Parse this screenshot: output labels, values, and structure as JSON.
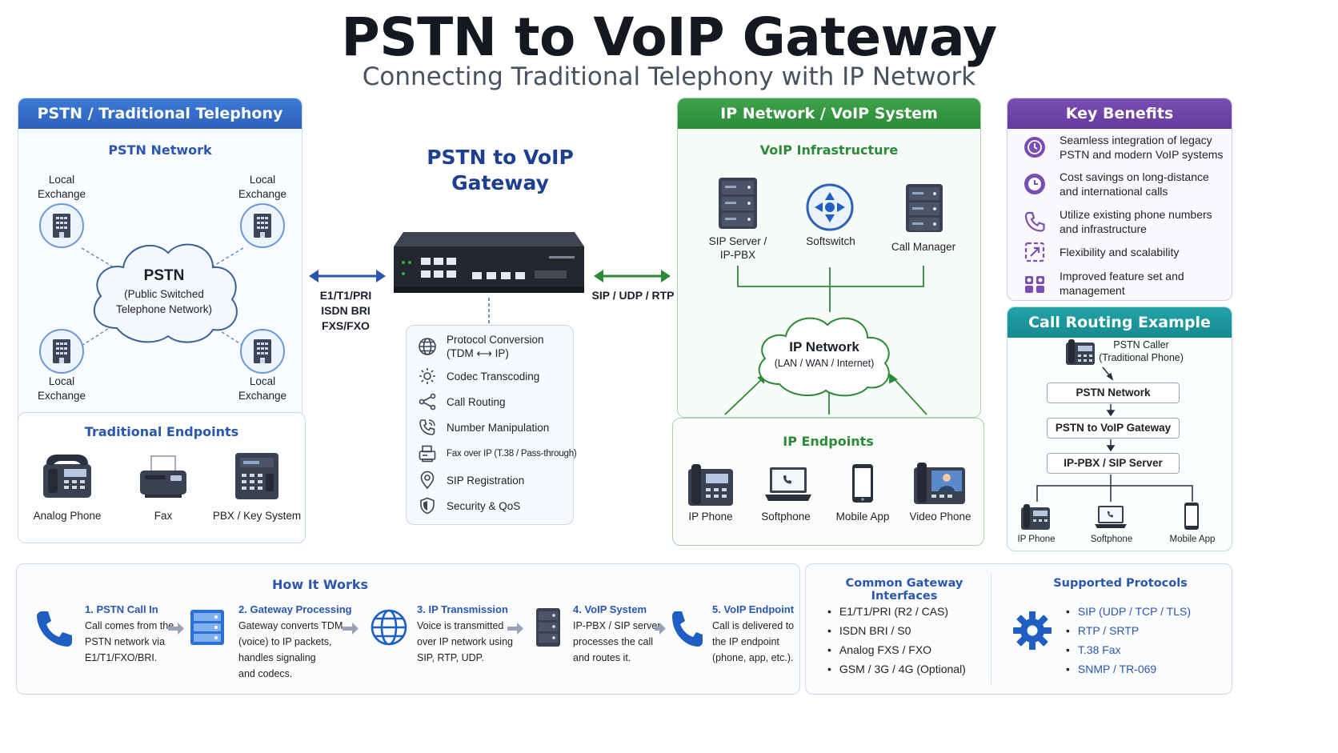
{
  "title": "PSTN to VoIP Gateway",
  "subtitle": "Connecting Traditional Telephony with IP Network",
  "pstn_panel": {
    "header": "PSTN / Traditional Telephony",
    "network_title": "PSTN Network",
    "local_exchange": "Local Exchange",
    "cloud_title": "PSTN",
    "cloud_subtitle_1": "(Public Switched",
    "cloud_subtitle_2": "Telephone Network)",
    "endpoints_title": "Traditional Endpoints",
    "endpoints": [
      "Analog Phone",
      "Fax",
      "PBX / Key System"
    ]
  },
  "gateway": {
    "title_1": "PSTN to VoIP",
    "title_2": "Gateway",
    "left_link": [
      "E1/T1/PRI",
      "ISDN BRI",
      "FXS/FXO"
    ],
    "right_link": "SIP / UDP / RTP",
    "features": [
      {
        "icon": "globe-icon",
        "line1": "Protocol Conversion",
        "line2": "(TDM ⟷ IP)"
      },
      {
        "icon": "codec-gear-icon",
        "line1": "Codec Transcoding",
        "line2": ""
      },
      {
        "icon": "share-routing-icon",
        "line1": "Call Routing",
        "line2": ""
      },
      {
        "icon": "phone-number-icon",
        "line1": "Number Manipulation",
        "line2": ""
      },
      {
        "icon": "fax-icon",
        "line1": "Fax over IP (T.38 / Pass-through)",
        "line2": ""
      },
      {
        "icon": "location-pin-icon",
        "line1": "SIP Registration",
        "line2": ""
      },
      {
        "icon": "shield-icon",
        "line1": "Security & QoS",
        "line2": ""
      }
    ]
  },
  "ip_panel": {
    "header": "IP Network / VoIP System",
    "infra_title": "VoIP Infrastructure",
    "sip_server_1": "SIP Server /",
    "sip_server_2": "IP-PBX",
    "softswitch": "Softswitch",
    "call_manager": "Call Manager",
    "cloud_title": "IP Network",
    "cloud_subtitle": "(LAN / WAN / Internet)",
    "endpoints_title": "IP Endpoints",
    "endpoints": [
      "IP Phone",
      "Softphone",
      "Mobile App",
      "Video Phone"
    ]
  },
  "benefits": {
    "header": "Key Benefits",
    "items": [
      {
        "line1": "Seamless integration of legacy",
        "line2": "PSTN and modern VoIP systems"
      },
      {
        "line1": "Cost savings on long-distance",
        "line2": "and international calls"
      },
      {
        "line1": "Utilize existing phone numbers",
        "line2": "and infrastructure"
      },
      {
        "line1": "Flexibility and scalability",
        "line2": ""
      },
      {
        "line1": "Improved feature set and",
        "line2": "management"
      }
    ]
  },
  "routing": {
    "header": "Call Routing Example",
    "caller_1": "PSTN Caller",
    "caller_2": "(Traditional Phone)",
    "steps": [
      "PSTN Network",
      "PSTN to VoIP Gateway",
      "IP-PBX / SIP Server"
    ],
    "endpoints": [
      "IP Phone",
      "Softphone",
      "Mobile App"
    ]
  },
  "how_it_works": {
    "title": "How It Works",
    "steps": [
      {
        "title": "1. PSTN Call In",
        "lines": [
          "Call comes from the",
          "PSTN network via",
          "E1/T1/FXO/BRI."
        ]
      },
      {
        "title": "2. Gateway Processing",
        "lines": [
          "Gateway converts TDM",
          "(voice) to IP packets,",
          "handles signaling",
          "and codecs."
        ]
      },
      {
        "title": "3. IP Transmission",
        "lines": [
          "Voice is transmitted",
          "over IP network using",
          "SIP, RTP, UDP."
        ]
      },
      {
        "title": "4. VoIP System",
        "lines": [
          "IP-PBX / SIP server",
          "processes the call",
          "and routes it."
        ]
      },
      {
        "title": "5. VoIP Endpoint",
        "lines": [
          "Call is delivered to",
          "the IP endpoint",
          "(phone, app, etc.)."
        ]
      }
    ]
  },
  "interfaces": {
    "title": "Common Gateway Interfaces",
    "items": [
      "E1/T1/PRI (R2 / CAS)",
      "ISDN BRI / S0",
      "Analog FXS / FXO",
      "GSM / 3G / 4G (Optional)"
    ]
  },
  "protocols": {
    "title": "Supported Protocols",
    "items": [
      "SIP (UDP / TCP / TLS)",
      "RTP / SRTP",
      "T.38 Fax",
      "SNMP / TR-069"
    ]
  },
  "colors": {
    "blue": "#2c62bd",
    "green": "#2c8a37",
    "purple": "#643a9e",
    "teal": "#168b90"
  }
}
